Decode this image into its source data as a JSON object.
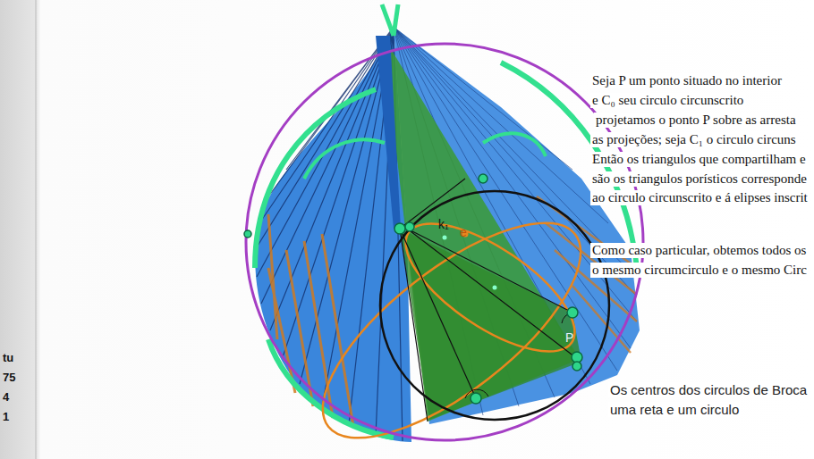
{
  "diagram": {
    "labels": [
      "Seja P um ponto situado no interior",
      "e C₀ seu circulo circunscrito",
      "projetamos o ponto P sobre as arresta",
      "as projeções; seja C₁ o circulo circuns",
      "Então os triangulos que compartilham e",
      "são os triangulos porísticos corresponde",
      "ao circulo circunscrito e á elipses inscrit",
      "Como caso particular, obtemos todos os",
      "o mesmo circumcirculo e o mesmo Circ",
      "Os centros dos circulos de Broca",
      "uma reta e um circulo",
      "k₁",
      "e",
      "P",
      "tu",
      "75",
      "4",
      "1"
    ]
  }
}
